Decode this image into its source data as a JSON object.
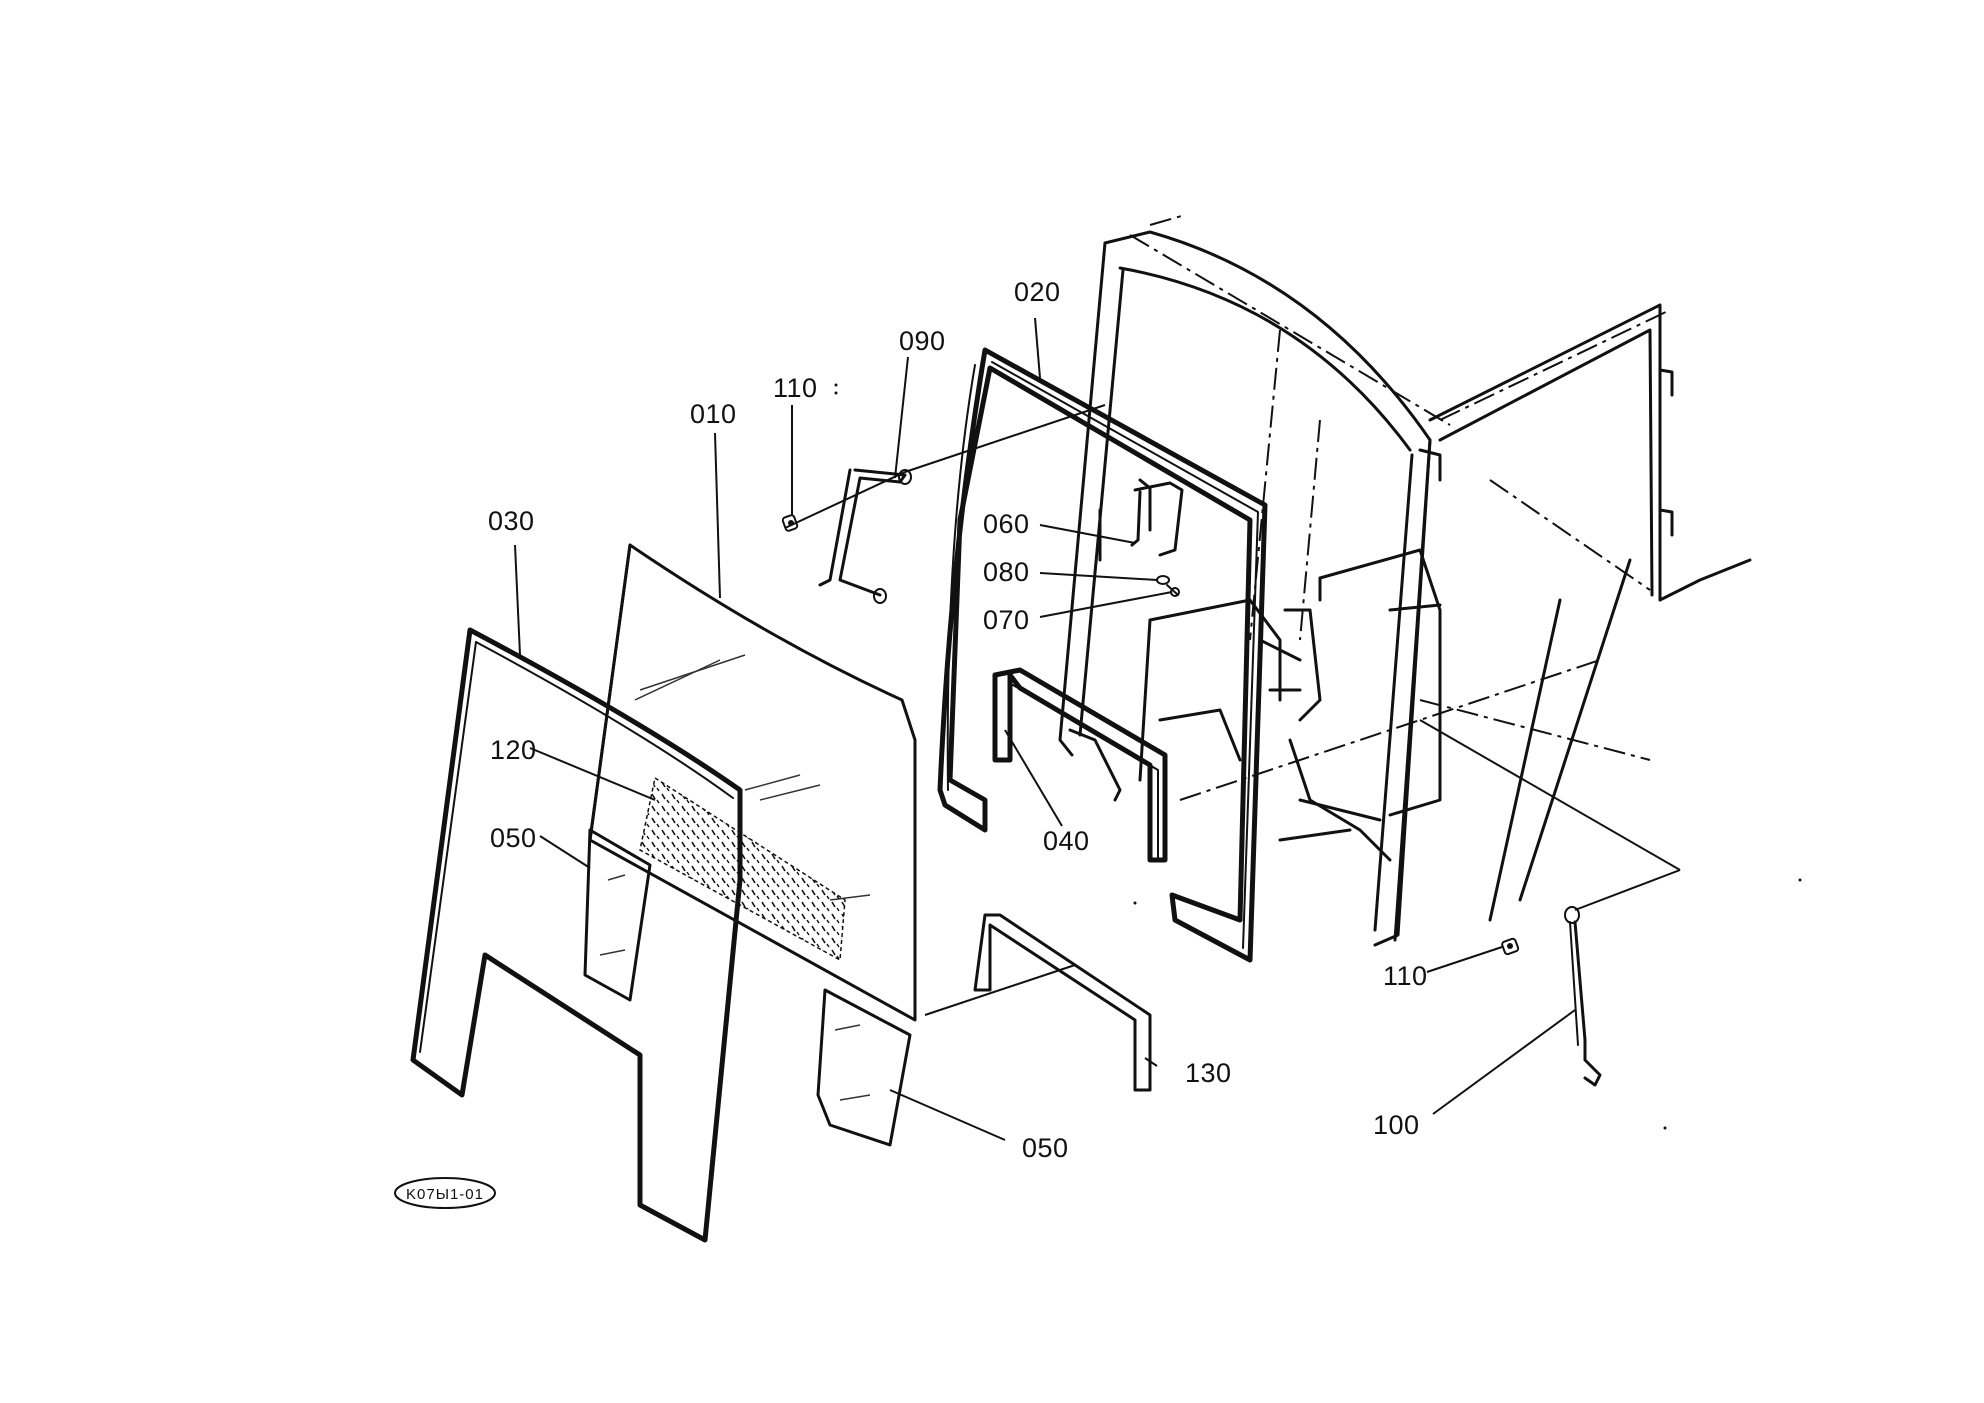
{
  "drawing_ref": "K07Ы1-01",
  "labels": {
    "p010": "010",
    "p020": "020",
    "p030": "030",
    "p040": "040",
    "p050_left": "050",
    "p050_bottom": "050",
    "p060": "060",
    "p070": "070",
    "p080": "080",
    "p090": "090",
    "p100": "100",
    "p110_top": "110",
    "p110_right": "110",
    "p120": "120",
    "p130": "130"
  }
}
